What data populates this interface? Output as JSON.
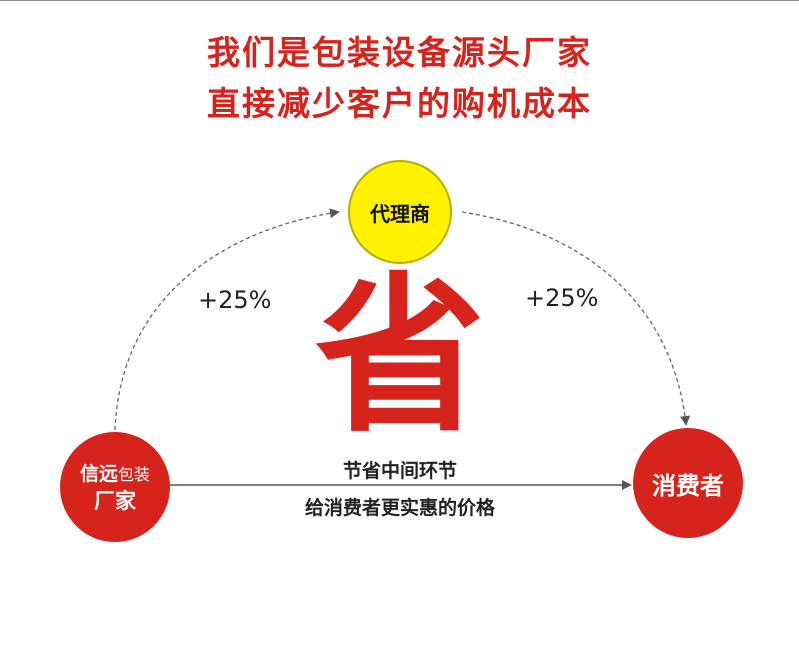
{
  "headline": {
    "line1": "我们是包装设备源头厂家",
    "line2": "直接减少客户的购机成本"
  },
  "nodes": {
    "agent": "代理商",
    "factory_line1_bold": "信远",
    "factory_line1_rest": "包装",
    "factory_line2": "厂家",
    "consumer": "消费者"
  },
  "markups": {
    "left": "+25%",
    "right": "+25%"
  },
  "center_char": "省",
  "caption": {
    "line1": "节省中间环节",
    "line2": "给消费者更实惠的价格"
  },
  "colors": {
    "red": "#d6231c",
    "yellow": "#fff200",
    "text": "#222222"
  }
}
